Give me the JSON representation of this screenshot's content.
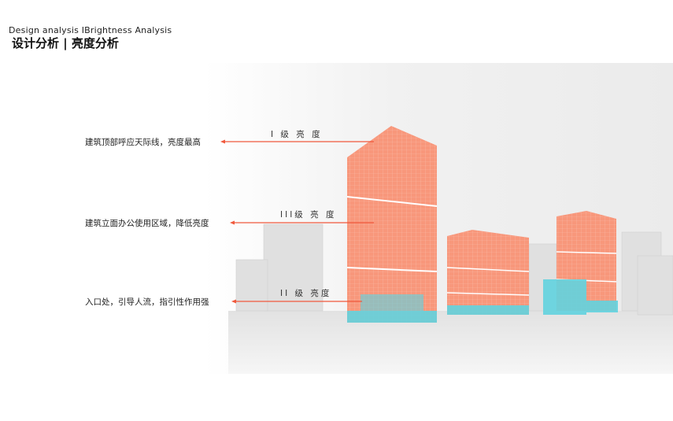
{
  "header": {
    "subtitle_en": "Design analysis IBrightness Analysis",
    "title_cn": "设计分析 | 亮度分析"
  },
  "annotations": [
    {
      "note": "建筑顶部呼应天际线，亮度最高",
      "level": "I 级 亮 度"
    },
    {
      "note": "建筑立面办公使用区域，降低亮度",
      "level": "III级 亮 度"
    },
    {
      "note": "入口处，引导人流，指引性作用强",
      "level": "II 级 亮度"
    }
  ],
  "colors": {
    "high": "#f8977b",
    "entrance": "#62d3df",
    "line": "#f0583c"
  }
}
